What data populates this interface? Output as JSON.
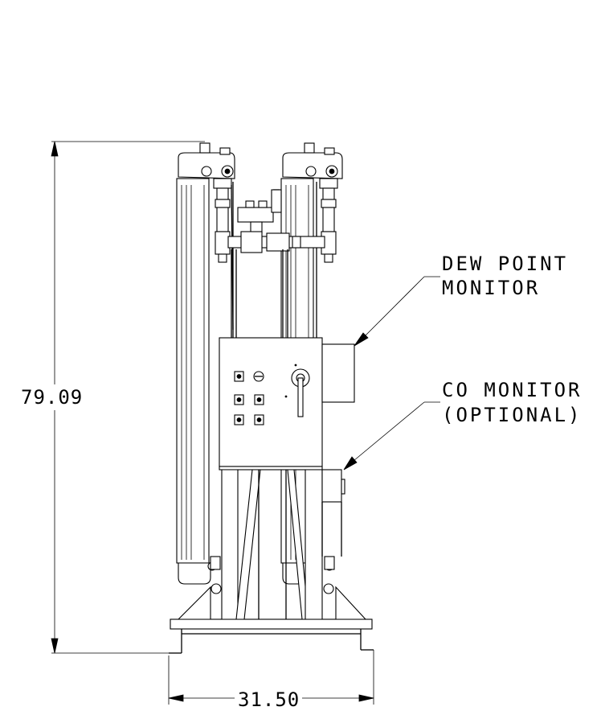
{
  "labels": {
    "dew_point_line1": "DEW POINT",
    "dew_point_line2": "MONITOR",
    "co_line1": "CO MONITOR",
    "co_line2": "(OPTIONAL)"
  },
  "dimensions": {
    "height": "79.09",
    "width": "31.50"
  },
  "colors": {
    "line": "#000000",
    "background": "#ffffff"
  }
}
